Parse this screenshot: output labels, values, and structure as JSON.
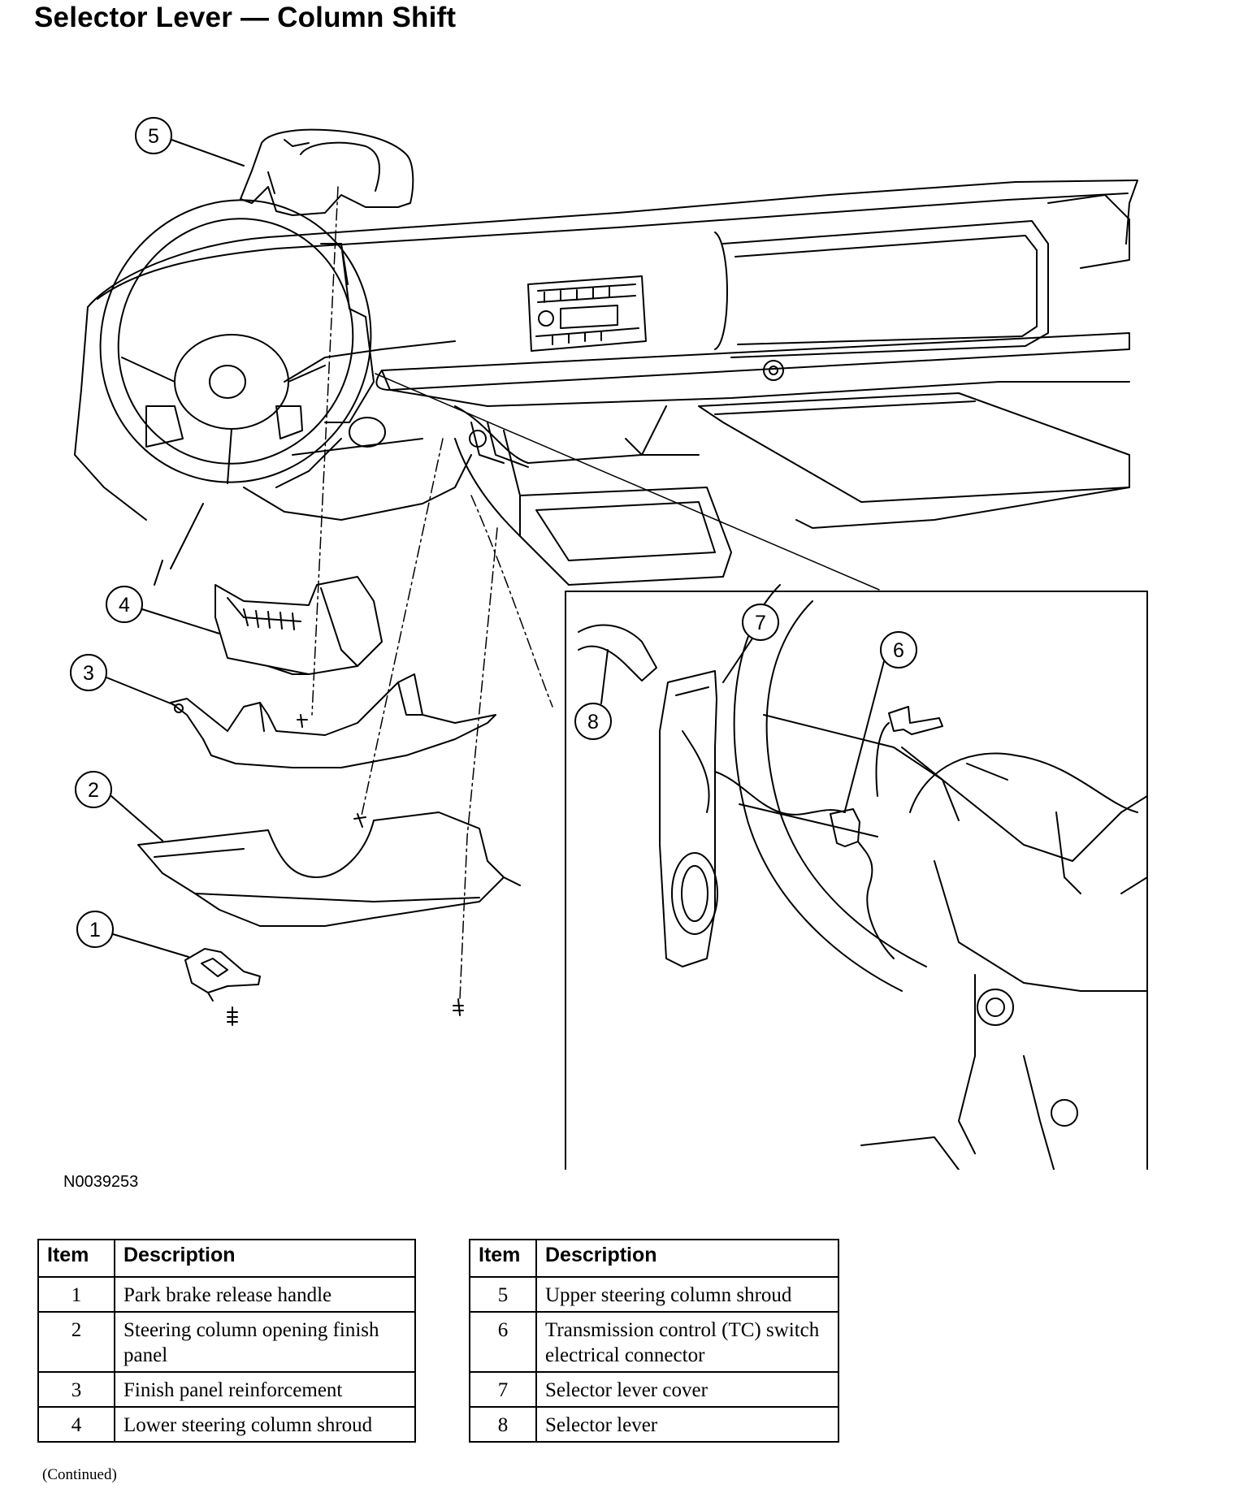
{
  "title": "Selector Lever — Column Shift",
  "figure_id": "N0039253",
  "callouts": [
    "1",
    "2",
    "3",
    "4",
    "5",
    "6",
    "7",
    "8"
  ],
  "legend_left": {
    "headers": [
      "Item",
      "Description"
    ],
    "rows": [
      {
        "item": "1",
        "description": "Park brake release handle"
      },
      {
        "item": "2",
        "description": "Steering column opening finish panel"
      },
      {
        "item": "3",
        "description": "Finish panel reinforcement"
      },
      {
        "item": "4",
        "description": "Lower steering column shroud"
      }
    ]
  },
  "legend_right": {
    "headers": [
      "Item",
      "Description"
    ],
    "rows": [
      {
        "item": "5",
        "description": "Upper steering column shroud"
      },
      {
        "item": "6",
        "description": "Transmission control (TC) switch electrical connector"
      },
      {
        "item": "7",
        "description": "Selector lever cover"
      },
      {
        "item": "8",
        "description": "Selector lever"
      }
    ]
  },
  "footer": "(Continued)"
}
